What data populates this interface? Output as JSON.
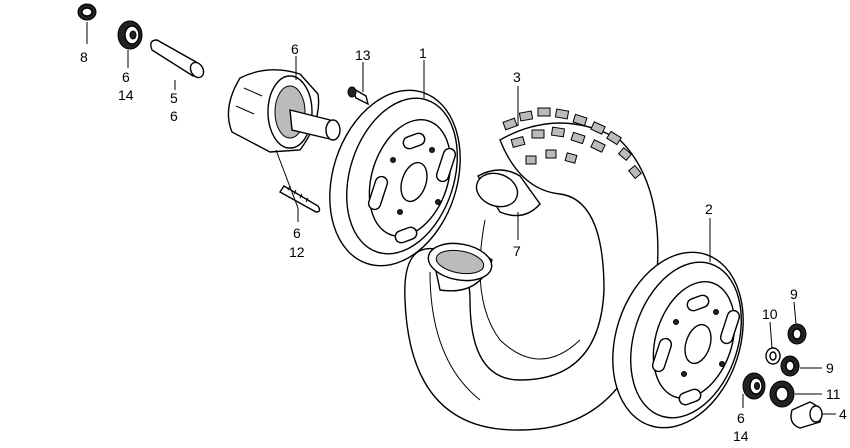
{
  "callouts": {
    "c1": "1",
    "c2": "2",
    "c3": "3",
    "c4": "4",
    "c5a": "5",
    "c5b": "6",
    "c6a": "6",
    "c6b": "6",
    "c6c": "6",
    "c6d": "6",
    "c7": "7",
    "c8": "8",
    "c9a": "9",
    "c9b": "9",
    "c10": "10",
    "c11": "11",
    "c12": "12",
    "c13": "13",
    "c14a": "14",
    "c14b": "14"
  }
}
